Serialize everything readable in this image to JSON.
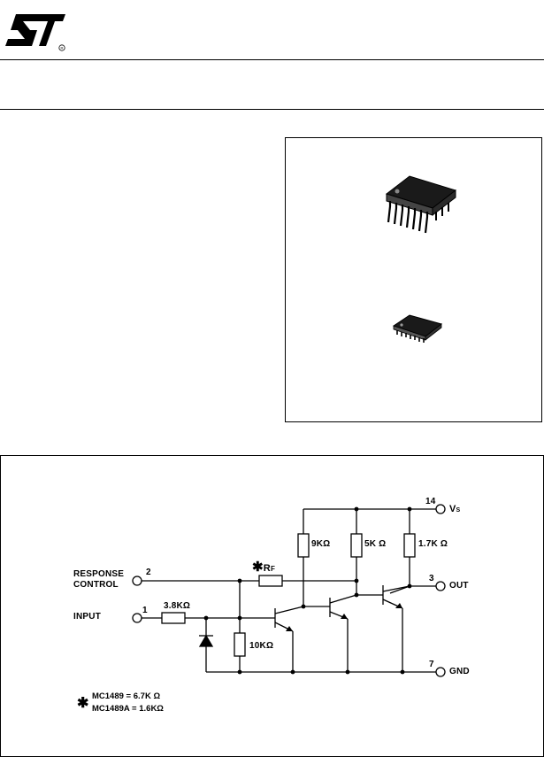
{
  "header": {
    "logo_text": "ST",
    "registered_mark": "R"
  },
  "packages": [
    {
      "name": "dip14-package-image"
    },
    {
      "name": "so14-package-image"
    }
  ],
  "schematic": {
    "pins": {
      "vs": {
        "number": "14",
        "label": "V",
        "sub": "S"
      },
      "out": {
        "number": "3",
        "label": "OUT"
      },
      "gnd": {
        "number": "7",
        "label": "GND"
      },
      "response_control": {
        "number": "2",
        "label_line1": "RESPONSE",
        "label_line2": "CONTROL"
      },
      "input": {
        "number": "1",
        "label": "INPUT"
      }
    },
    "resistors": {
      "r_9k": "9KΩ",
      "r_5k": "5K Ω",
      "r_1_7k": "1.7K Ω",
      "r_3_8k": "3.8KΩ",
      "r_10k": "10KΩ",
      "rf_label": "R",
      "rf_sub": "F",
      "rf_star": "✱"
    },
    "notes": {
      "star": "✱",
      "line1": "MC1489 = 6.7K Ω",
      "line2": "MC1489A = 1.6KΩ"
    }
  }
}
